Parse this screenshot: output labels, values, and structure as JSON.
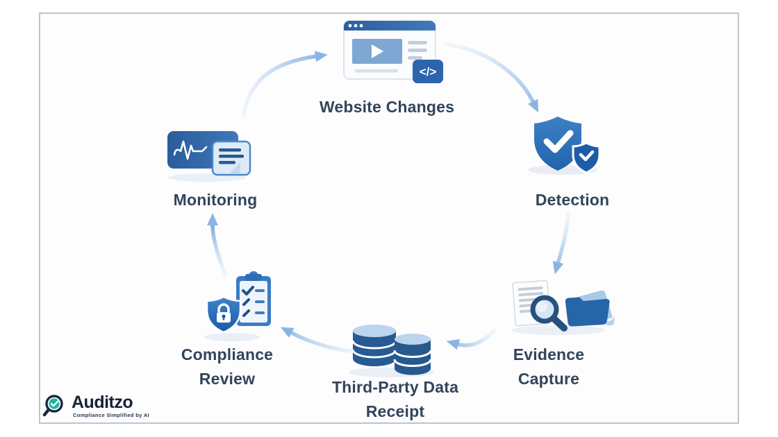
{
  "diagram": {
    "type": "cycle-flow",
    "steps": [
      {
        "id": "website-changes",
        "label": "Website Changes",
        "icon": "browser-video-code-icon"
      },
      {
        "id": "detection",
        "label": "Detection",
        "icon": "shield-check-icon"
      },
      {
        "id": "evidence-capture",
        "label": "Evidence\nCapture",
        "icon": "document-magnifier-folder-icon"
      },
      {
        "id": "third-party-data-receipt",
        "label": "Third-Party Data\nReceipt",
        "icon": "database-stacks-icon"
      },
      {
        "id": "compliance-review",
        "label": "Compliance\nReview",
        "icon": "clipboard-shield-lock-icon"
      },
      {
        "id": "monitoring",
        "label": "Monitoring",
        "icon": "monitor-pulse-note-icon"
      }
    ],
    "flow": [
      {
        "from": "monitoring",
        "to": "website-changes"
      },
      {
        "from": "website-changes",
        "to": "detection"
      },
      {
        "from": "detection",
        "to": "evidence-capture"
      },
      {
        "from": "evidence-capture",
        "to": "third-party-data-receipt"
      },
      {
        "from": "third-party-data-receipt",
        "to": "compliance-review"
      },
      {
        "from": "compliance-review",
        "to": "monitoring"
      }
    ]
  },
  "badge": {
    "code_label": "</>"
  },
  "logo": {
    "name": "Auditzo",
    "tagline": "Compliance Simplified by AI"
  },
  "colors": {
    "label_text": "#31445a",
    "primary_blue": "#2a65ad",
    "light_blue": "#bad5ed",
    "arrow_blue": "#8ab5e2",
    "card_border": "#b9c6cf",
    "logo_navy": "#162a42",
    "logo_teal": "#23b39b"
  }
}
